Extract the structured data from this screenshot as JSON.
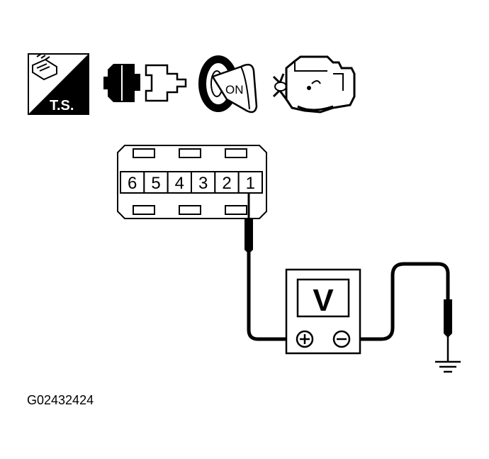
{
  "icons": [
    {
      "name": "trouble-shooting-icon",
      "label": "T.S."
    },
    {
      "name": "connector-disconnected-icon"
    },
    {
      "name": "ignition-switch-on-icon",
      "label": "ON"
    },
    {
      "name": "engine-icon"
    }
  ],
  "connector": {
    "pins": [
      "6",
      "5",
      "4",
      "3",
      "2",
      "1"
    ]
  },
  "voltmeter": {
    "display": "V"
  },
  "figure_code": "G02432424"
}
